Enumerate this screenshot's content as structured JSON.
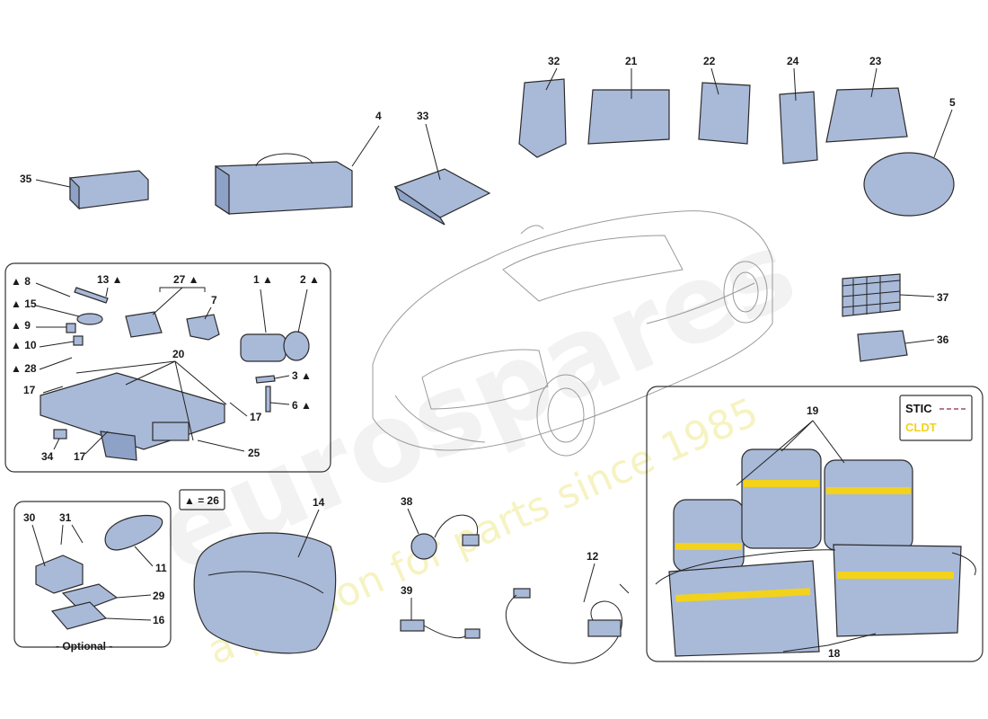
{
  "watermark": {
    "brand": "eurospares",
    "tagline": "a passion for parts since 1985"
  },
  "labels": {
    "p35": "35",
    "p4": "4",
    "p33": "33",
    "p32": "32",
    "p21": "21",
    "p22": "22",
    "p24": "24",
    "p23": "23",
    "p5": "5",
    "p8": "▲ 8",
    "p13": "13 ▲",
    "p27": "27 ▲",
    "p1": "1 ▲",
    "p2": "2 ▲",
    "p15": "▲ 15",
    "p7": "7",
    "p9": "▲ 9",
    "p10": "▲ 10",
    "p28": "▲ 28",
    "p20": "20",
    "p3": "3 ▲",
    "p17a": "17",
    "p17b": "17",
    "p17c": "17",
    "p6": "6 ▲",
    "p34": "34",
    "p25": "25",
    "p37": "37",
    "p36": "36",
    "p30": "30",
    "p31": "31",
    "p11": "11",
    "p29": "29",
    "p16": "16",
    "optional": "- Optional -",
    "tri26": "▲ = 26",
    "p14": "14",
    "p38": "38",
    "p39": "39",
    "p12": "12",
    "p19": "19",
    "p18": "18"
  },
  "legend": {
    "stic": "STIC",
    "cldt": "CLDT"
  },
  "colors": {
    "part": "#a9b9d8",
    "strap": "#f2d21b",
    "stic_line": "#a04a6e"
  }
}
